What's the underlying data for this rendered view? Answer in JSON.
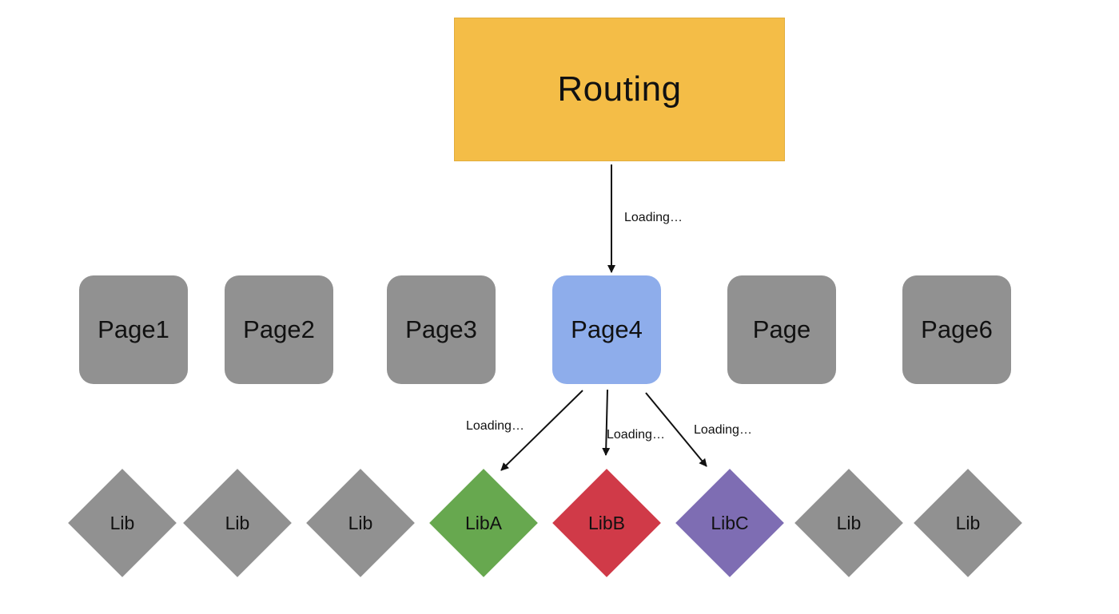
{
  "routing": {
    "label": "Routing",
    "color": "#f4bd47"
  },
  "pages": [
    {
      "label": "Page1",
      "color": "#919191",
      "active": false
    },
    {
      "label": "Page2",
      "color": "#919191",
      "active": false
    },
    {
      "label": "Page3",
      "color": "#919191",
      "active": false
    },
    {
      "label": "Page4",
      "color": "#8eadeb",
      "active": true
    },
    {
      "label": "Page",
      "color": "#919191",
      "active": false
    },
    {
      "label": "Page6",
      "color": "#919191",
      "active": false
    }
  ],
  "libs": [
    {
      "label": "Lib",
      "color": "#919191"
    },
    {
      "label": "Lib",
      "color": "#919191"
    },
    {
      "label": "Lib",
      "color": "#919191"
    },
    {
      "label": "LibA",
      "color": "#67a84f"
    },
    {
      "label": "LibB",
      "color": "#d03a48"
    },
    {
      "label": "LibC",
      "color": "#7e6db3"
    },
    {
      "label": "Lib",
      "color": "#919191"
    },
    {
      "label": "Lib",
      "color": "#919191"
    }
  ],
  "edges": {
    "routing_to_page4": "Loading…",
    "page4_to_liba": "Loading…",
    "page4_to_libb": "Loading…",
    "page4_to_libc": "Loading…"
  }
}
